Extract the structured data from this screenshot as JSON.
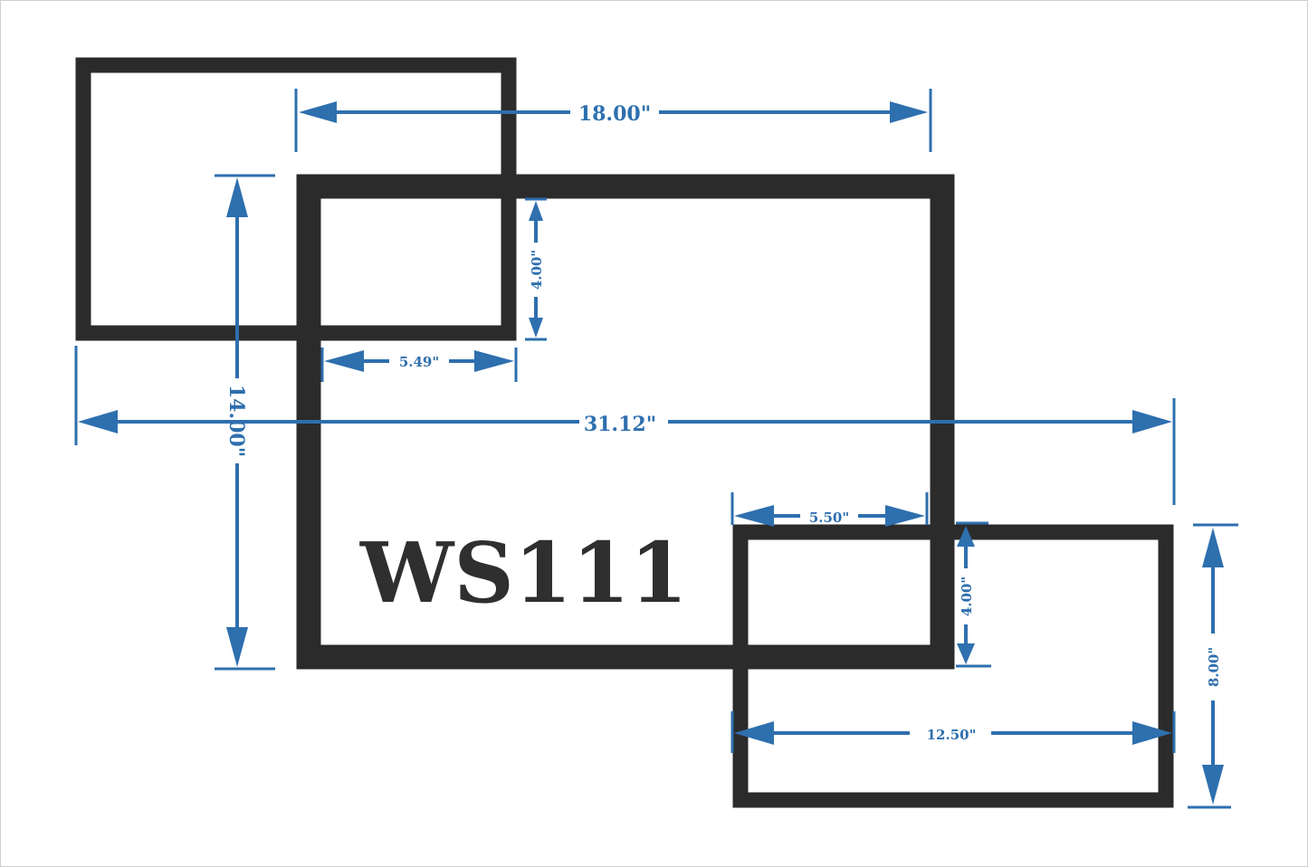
{
  "model": "WS111",
  "dimensions": {
    "top_width": "18.00\"",
    "overlap_height_top": "4.00\"",
    "overlap_width_top": "5.49\"",
    "total_width": "31.12\"",
    "total_height_center": "14.00\"",
    "overlap_width_bottom": "5.50\"",
    "overlap_height_bottom": "4.00\"",
    "bottom_frame_width": "12.50\"",
    "bottom_frame_height": "8.00\""
  },
  "colors": {
    "frame": "#2b2b2b",
    "dimension": "#2e6fae",
    "background": "#ffffff"
  }
}
